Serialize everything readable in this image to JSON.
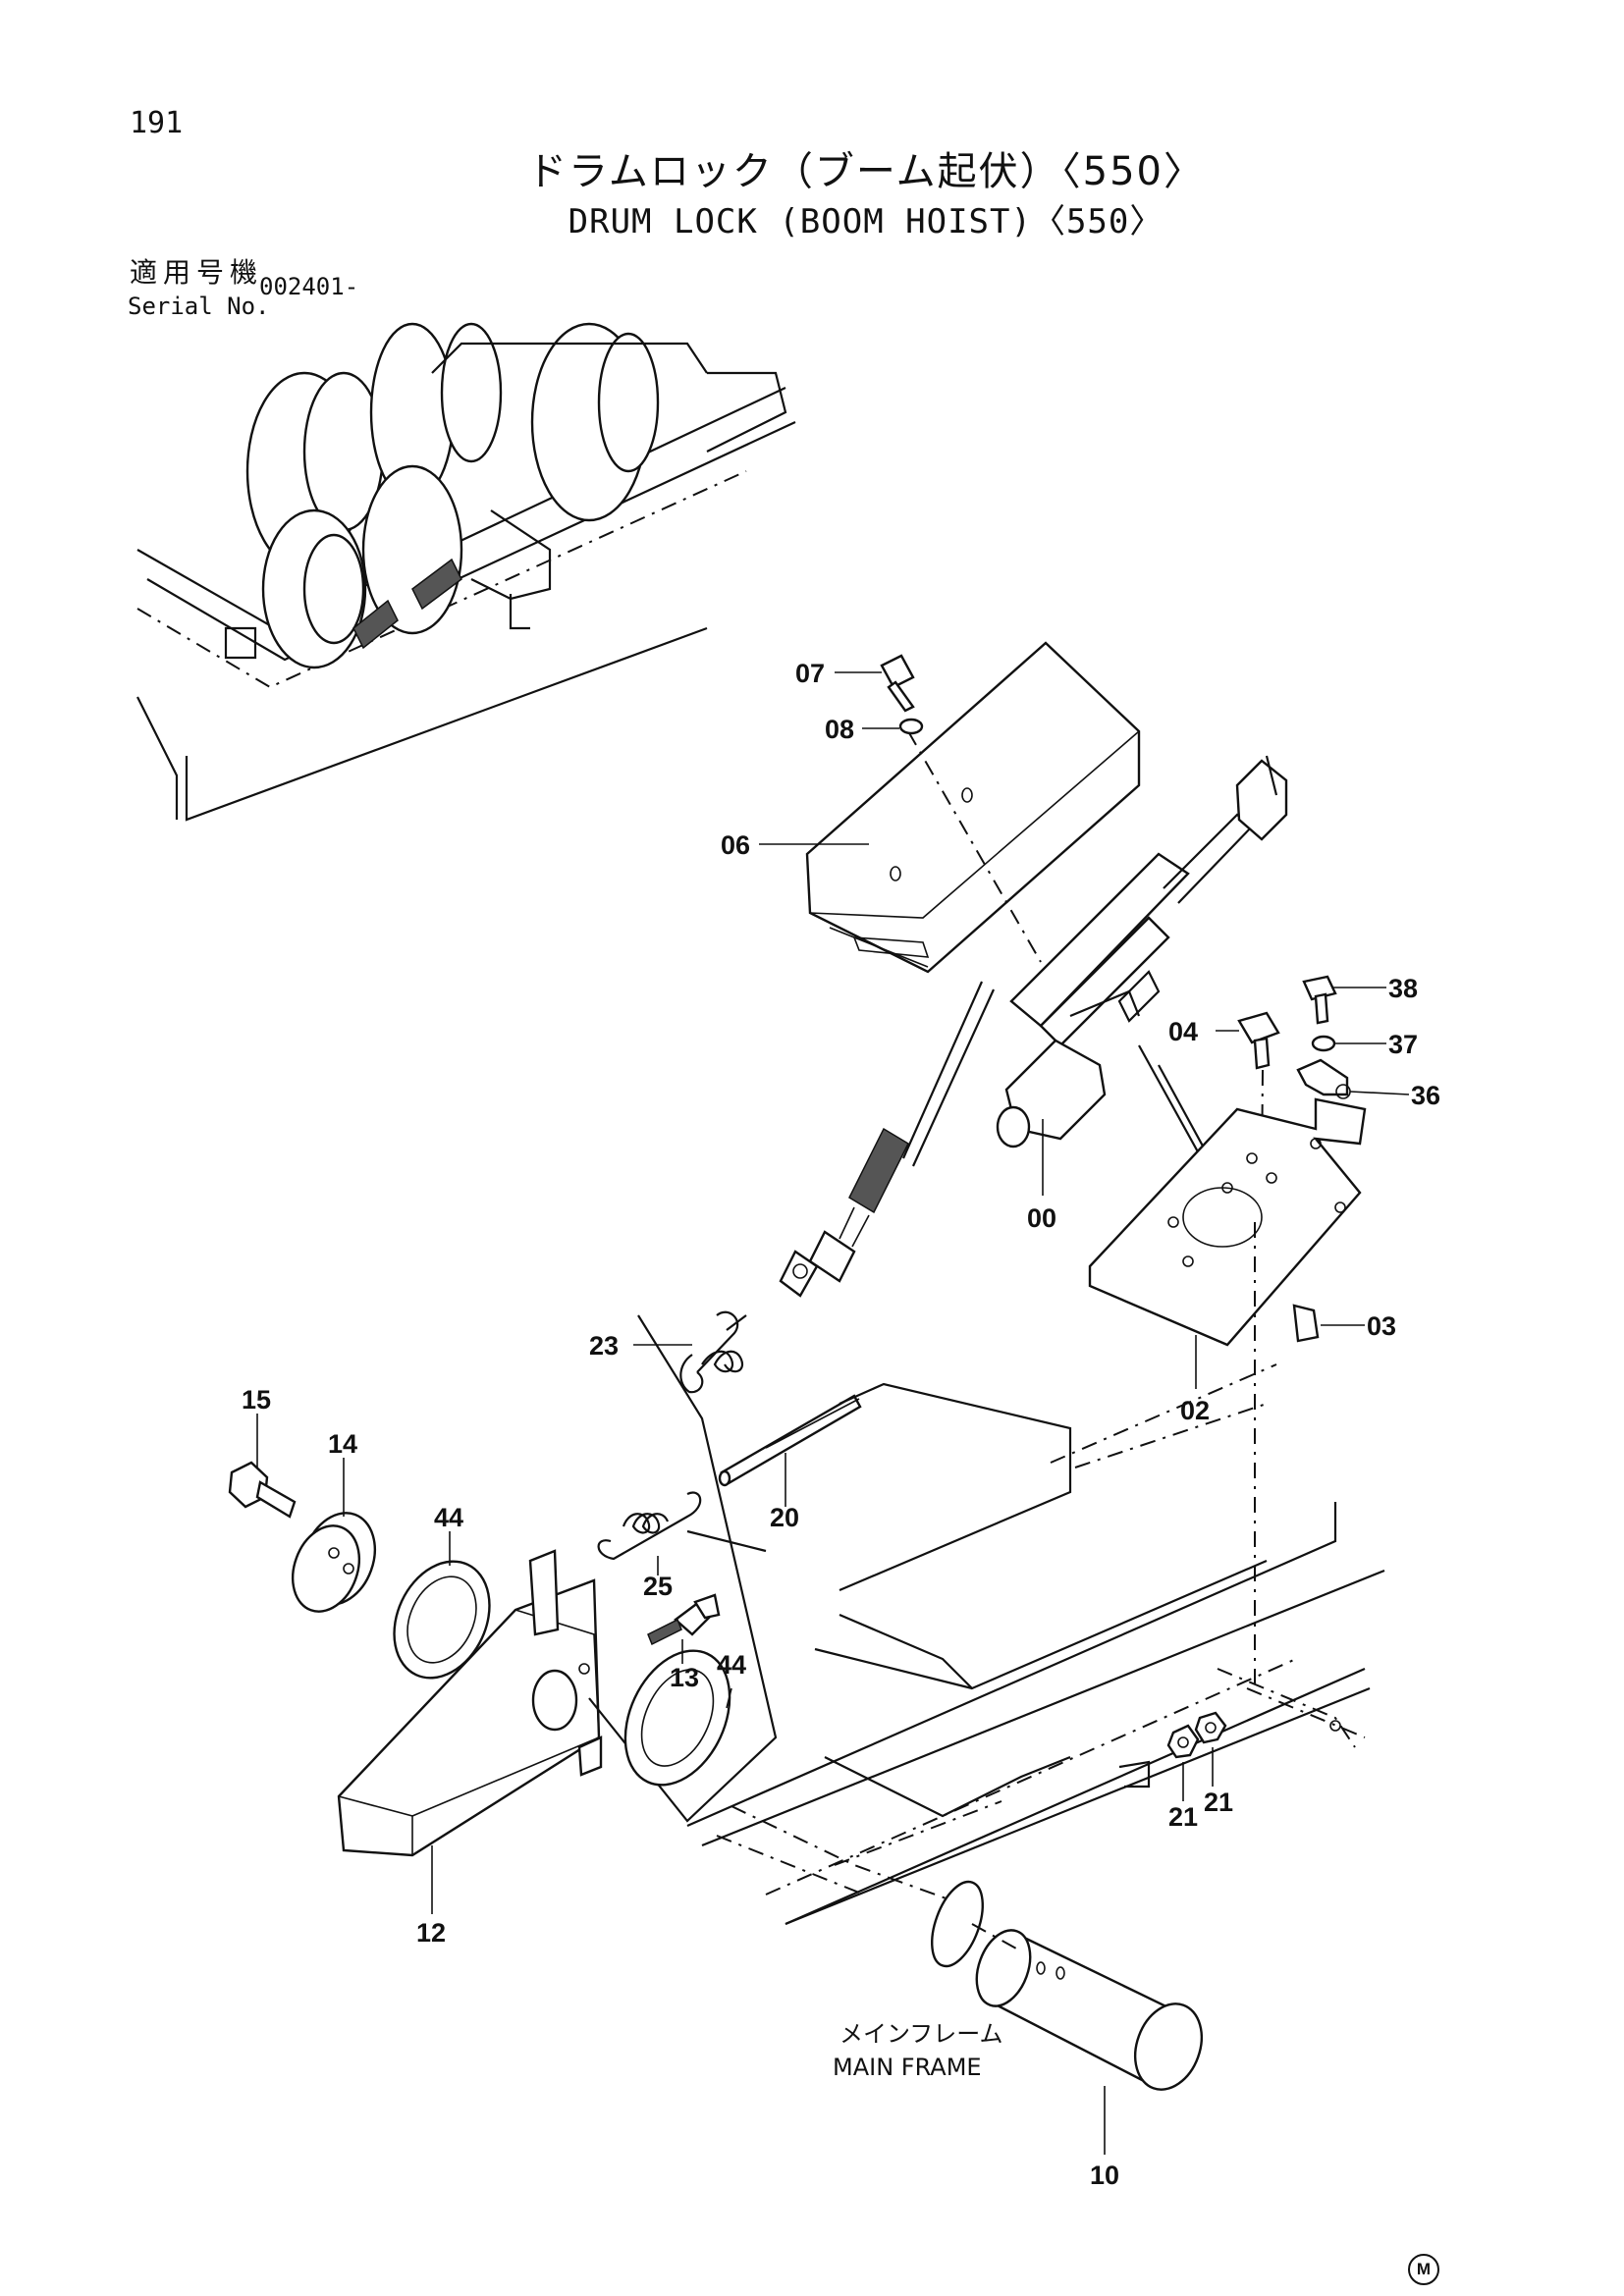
{
  "page": {
    "number": "191"
  },
  "title": {
    "jp": "ドラムロック（ブーム起伏）〈550〉",
    "en": "DRUM LOCK (BOOM HOIST)〈550〉"
  },
  "serial": {
    "label_jp": "適用号機",
    "label_en": "Serial No.",
    "value": "002401-"
  },
  "callouts": [
    "07",
    "08",
    "06",
    "38",
    "04",
    "37",
    "36",
    "00",
    "03",
    "02",
    "23",
    "15",
    "14",
    "44",
    "20",
    "25",
    "13",
    "44",
    "21",
    "21",
    "12",
    "10"
  ],
  "frame_label": {
    "jp": "メインフレーム",
    "en": "MAIN FRAME"
  },
  "manufacturer_mark": "M"
}
